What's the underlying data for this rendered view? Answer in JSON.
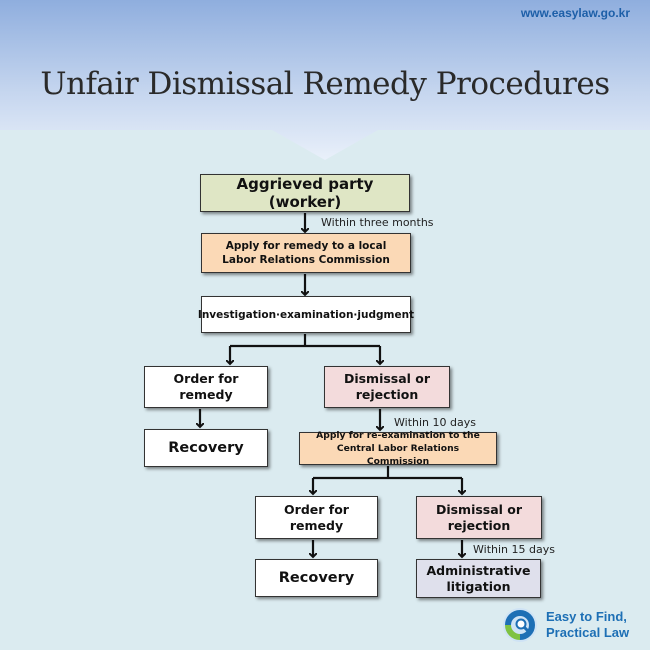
{
  "header": {
    "site_url": "www.easylaw.go.kr",
    "title": "Unfair Dismissal Remedy Procedures"
  },
  "nodes": {
    "aggrieved": "Aggrieved party (worker)",
    "apply_local": "Apply for remedy to a local Labor Relations Commission",
    "investigation": "Investigation·examination·judgment",
    "order1": "Order for remedy",
    "dismissal1": "Dismissal or rejection",
    "recovery1": "Recovery",
    "apply_central": "Apply for re-examination to the Central Labor Relations Commission",
    "order2": "Order for remedy",
    "dismissal2": "Dismissal or rejection",
    "recovery2": "Recovery",
    "litigation": "Administrative litigation"
  },
  "notes": {
    "three_months": "Within three months",
    "ten_days": "Within 10 days",
    "fifteen_days": "Within 15 days"
  },
  "logo": {
    "line1": "Easy to Find,",
    "line2": "Practical Law"
  },
  "colors": {
    "banner_top": "#8faede",
    "banner_bottom": "#e4eef9",
    "background": "#dbebf0",
    "green_box": "#dfe6c5",
    "orange_box": "#fbd9b6",
    "pink_box": "#f3dbdc",
    "lavender_box": "#dfe0ec"
  }
}
